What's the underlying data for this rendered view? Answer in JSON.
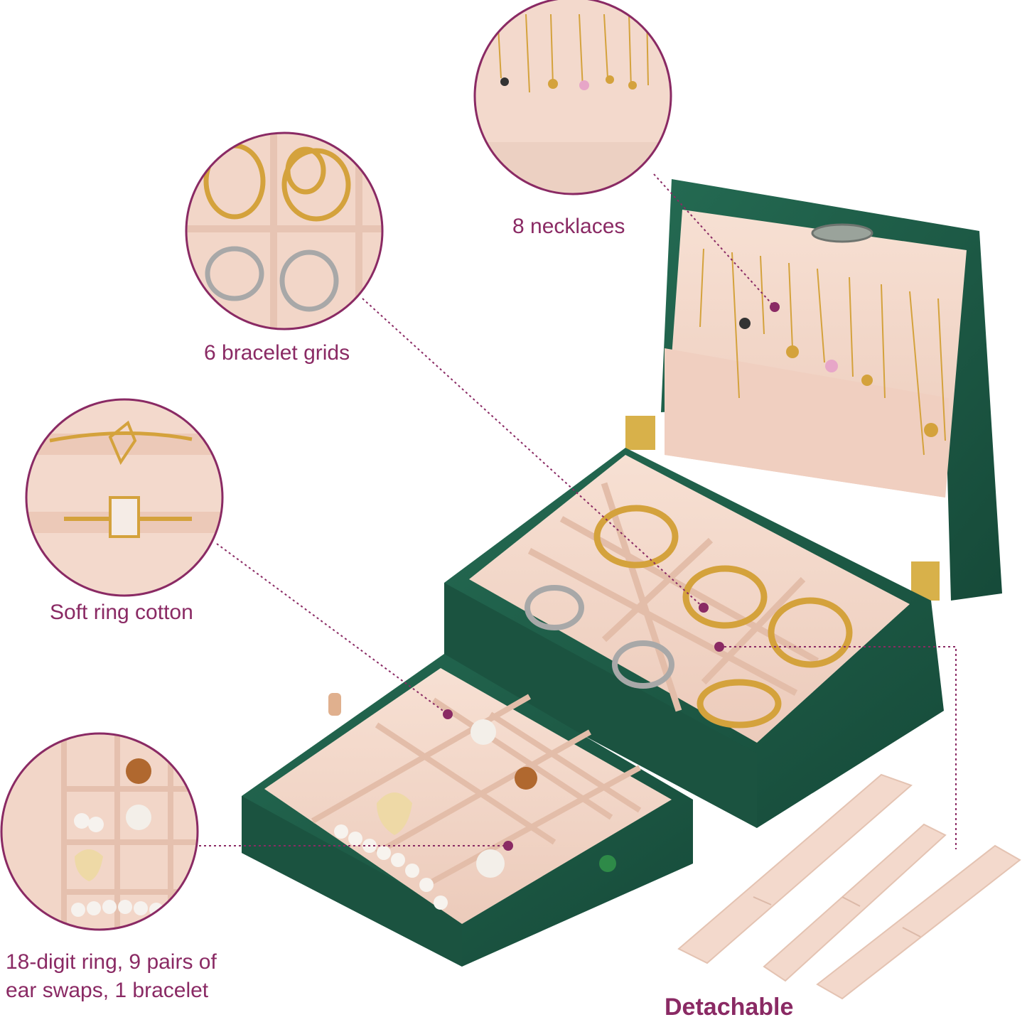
{
  "labels": {
    "necklaces": "8 necklaces",
    "bracelet_grids": "6 bracelet grids",
    "ring_cotton": "Soft ring cotton",
    "tray_line1": "18-digit ring, 9 pairs of",
    "tray_line2": "ear swaps, 1 bracelet",
    "detachable": "Detachable"
  },
  "colors": {
    "accent": "#8a2a64",
    "box_green": "#1d5a45",
    "velvet": "#f2d6c8",
    "gold": "#d6a23a"
  }
}
